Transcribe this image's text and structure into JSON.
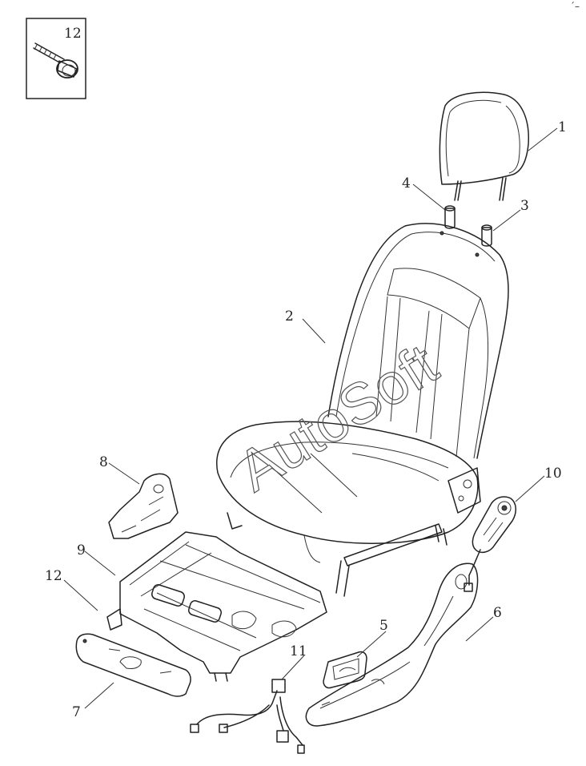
{
  "diagram": {
    "watermark": "AutoSoft",
    "inset_label": "12",
    "callouts": [
      "1",
      "2",
      "3",
      "4",
      "5",
      "6",
      "7",
      "8",
      "9",
      "10",
      "11",
      "12"
    ],
    "corner_mark": "´–"
  }
}
